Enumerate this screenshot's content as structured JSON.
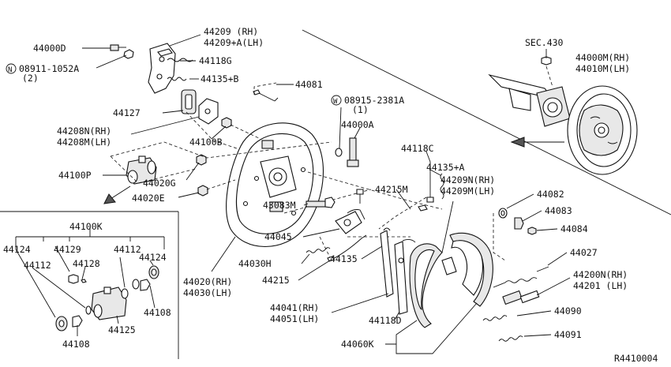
{
  "diagram_id": "R4410004",
  "labels": {
    "p44000D": "44000D",
    "p08911": "08911-1052A",
    "p08911_qty": "(2)",
    "p08911_prefix": "N",
    "p44209_rh": "44209  (RH)",
    "p44209_lh": "44209+A(LH)",
    "p44118G": "44118G",
    "p44135B": "44135+B",
    "p44081": "44081",
    "p44127": "44127",
    "p08915": "08915-2381A",
    "p08915_qty": "(1)",
    "p08915_prefix": "W",
    "p44208N": "44208N(RH)",
    "p44208M": "44208M(LH)",
    "p44000A": "44000A",
    "p44100B": "44100B",
    "p44100P": "44100P",
    "p44020G": "44020G",
    "p44020E": "44020E",
    "sec430": "SEC.430",
    "p44000M": "44000M(RH)",
    "p44010M": "44010M(LH)",
    "p44118C": "44118C",
    "p44135A": "44135+A",
    "p44209N": "44209N(RH)",
    "p44209M": "44209M(LH)",
    "p44215M": "44215M",
    "p44082": "44082",
    "p44083": "44083",
    "p44084": "44084",
    "p43083M": "43083M",
    "p44045": "44045",
    "p44030H": "44030H",
    "p44215": "44215",
    "p44135": "44135",
    "p44027": "44027",
    "p44200N": "44200N(RH)",
    "p44201": "44201 (LH)",
    "p44090": "44090",
    "p44091": "44091",
    "p44020RH": "44020(RH)",
    "p44030LH": "44030(LH)",
    "p44041": "44041(RH)",
    "p44051": "44051(LH)",
    "p44118D": "44118D",
    "p44060K": "44060K",
    "p44100K": "44100K",
    "p44124a": "44124",
    "p44129": "44129",
    "p44112a": "44112",
    "p44124b": "44124",
    "p44112b": "44112",
    "p44128": "44128",
    "p44125": "44125",
    "p44108a": "44108",
    "p44108b": "44108"
  }
}
